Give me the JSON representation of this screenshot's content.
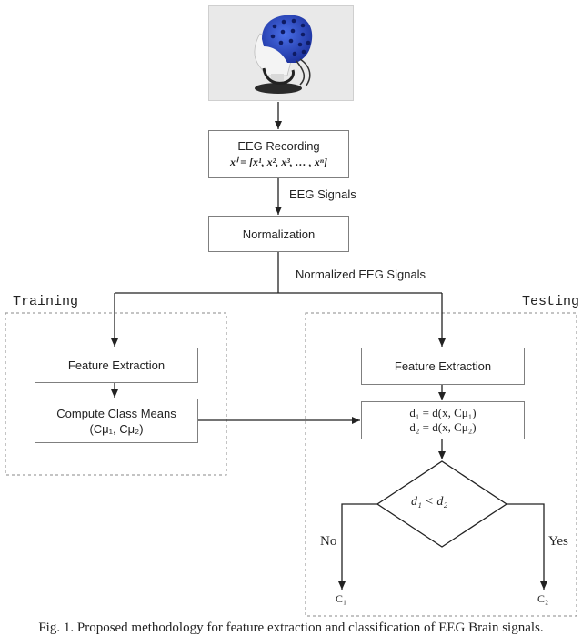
{
  "image_alt": "EEG cap on mannequin head",
  "nodes": {
    "recording": {
      "title": "EEG Recording",
      "formula": "xⁱ = [x¹, x², x³, … , xⁿ]"
    },
    "normalization": "Normalization",
    "feat_train": "Feature Extraction",
    "class_means": {
      "line1": "Compute Class Means",
      "line2": "(Cμ₁, Cμ₂)"
    },
    "feat_test": "Feature Extraction",
    "distances": {
      "line1": "d₁ = d(x, Cμ₁)",
      "line2": "d₂ = d(x, Cμ₂)"
    },
    "decision": "d₁ < d₂",
    "out_no": "C₁",
    "out_yes": "C₂"
  },
  "edges": {
    "eeg_signals": "EEG Signals",
    "normalized": "Normalized EEG Signals",
    "no": "No",
    "yes": "Yes"
  },
  "groups": {
    "training": "Training",
    "testing": "Testing"
  },
  "caption": "Fig. 1. Proposed methodology for feature extraction and classification of EEG Brain signals."
}
